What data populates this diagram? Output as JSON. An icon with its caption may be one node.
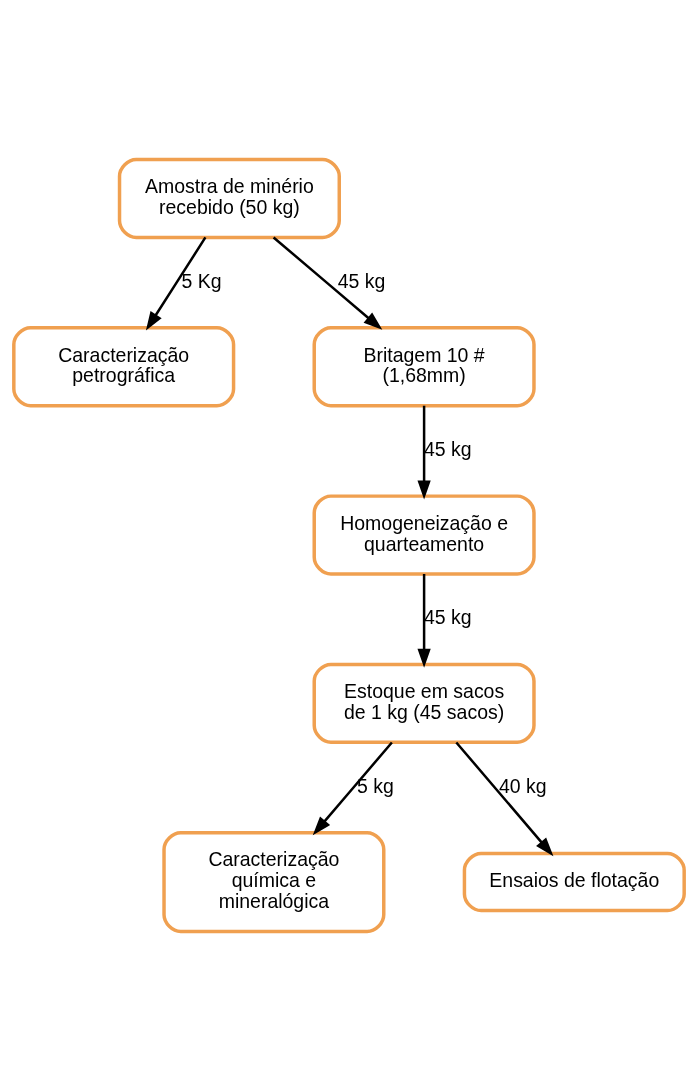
{
  "diagram": {
    "nodes": [
      {
        "text": [
          "Amostra de minério recebido (50 kg)"
        ]
      },
      {
        "text": [
          "Caracterização petrográfica"
        ]
      },
      {
        "text": [
          "Britagem 10 # (1,68mm)"
        ]
      },
      {
        "text": [
          "Homogeneização e quarteamento"
        ]
      },
      {
        "text": [
          "Estoque em sacos de 1 kg (45 sacos)"
        ]
      },
      {
        "text": [
          "Caracterização química e mineralógica"
        ]
      },
      {
        "text": [
          "Ensaios de flotação"
        ]
      }
    ],
    "edges": [
      {
        "from": 0,
        "to": 1,
        "arrow": "to",
        "label": "5 Kg"
      },
      {
        "from": 0,
        "to": 2,
        "arrow": "to",
        "label": "45 kg"
      },
      {
        "from": 2,
        "to": 3,
        "arrow": "to",
        "label": "45 kg"
      },
      {
        "from": 3,
        "to": 4,
        "arrow": "to",
        "label": "45 kg"
      },
      {
        "from": 4,
        "to": 5,
        "arrow": "to",
        "label": "5 kg"
      },
      {
        "from": 4,
        "to": 6,
        "arrow": "to",
        "label": "40 kg"
      }
    ]
  }
}
